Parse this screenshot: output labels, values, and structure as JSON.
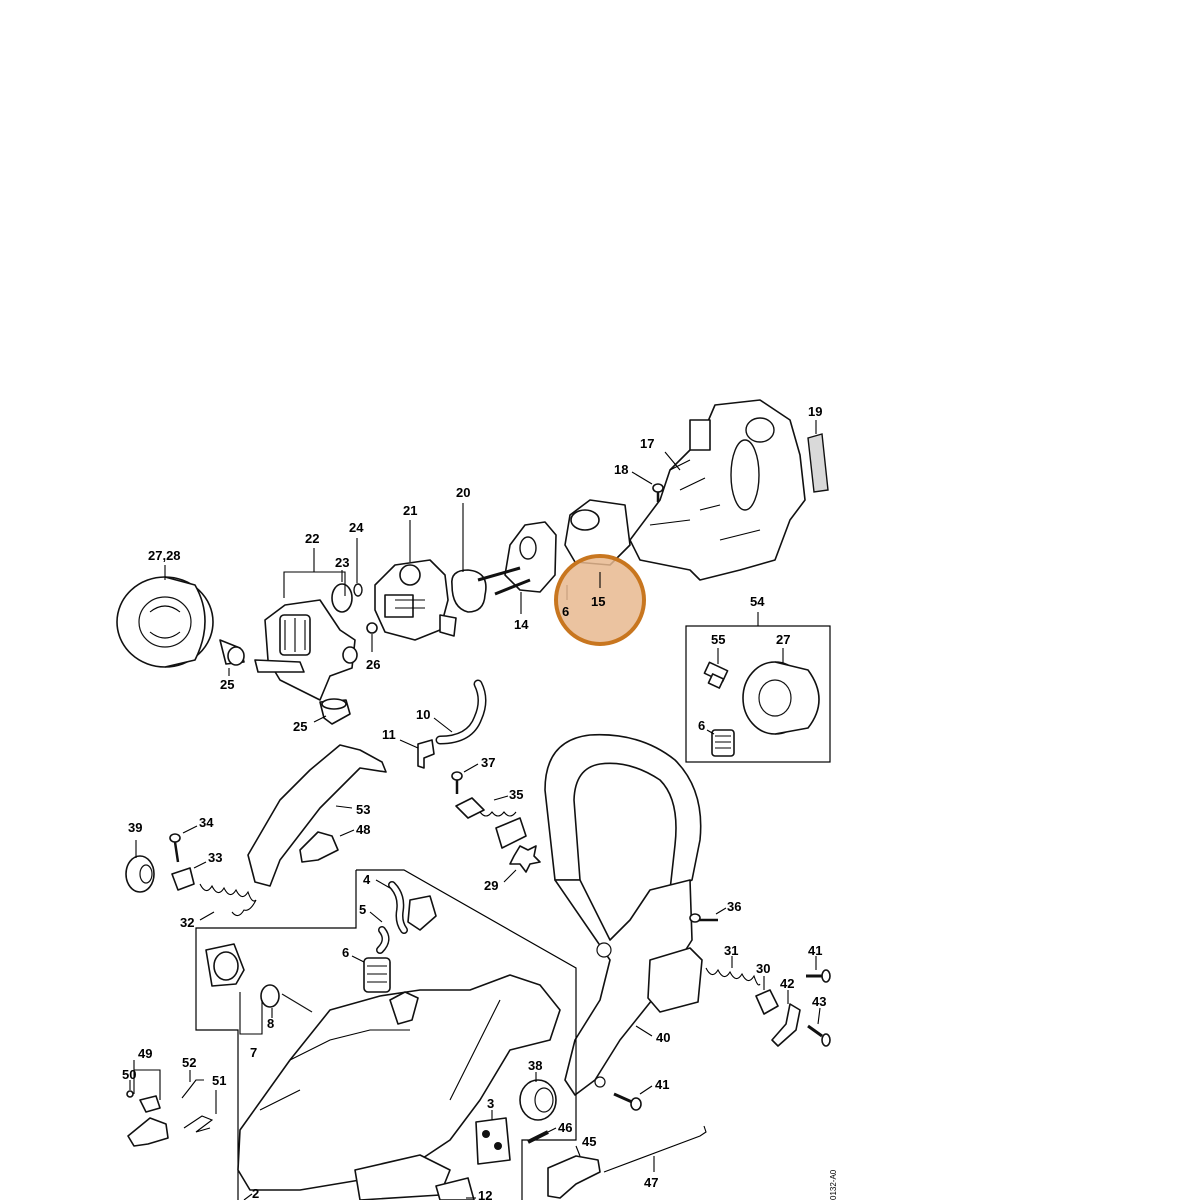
{
  "diagram": {
    "highlight_label": "15",
    "highlight_color": "#e8b88f",
    "highlight_border": "#c8761f",
    "drawing_code": "0132-A0",
    "labels": {
      "l27_28": "27,28",
      "l22": "22",
      "l24": "24",
      "l23": "23",
      "l21": "21",
      "l20": "20",
      "l17": "17",
      "l18": "18",
      "l19": "19",
      "l25a": "25",
      "l25b": "25",
      "l26": "26",
      "l14": "14",
      "l6a": "6",
      "l15": "15",
      "l54": "54",
      "l55": "55",
      "l27": "27",
      "l6b": "6",
      "l10": "10",
      "l11": "11",
      "l37": "37",
      "l35": "35",
      "l53": "53",
      "l48": "48",
      "l39": "39",
      "l34": "34",
      "l33": "33",
      "l32": "32",
      "l29": "29",
      "l4": "4",
      "l5": "5",
      "l6c": "6",
      "l8": "8",
      "l7": "7",
      "l36": "36",
      "l31": "31",
      "l30": "30",
      "l41a": "41",
      "l42": "42",
      "l43": "43",
      "l40": "40",
      "l49": "49",
      "l52": "52",
      "l50": "50",
      "l51": "51",
      "l38": "38",
      "l41b": "41",
      "l3": "3",
      "l46": "46",
      "l45": "45",
      "l47": "47",
      "l2": "2",
      "l12": "12"
    }
  }
}
